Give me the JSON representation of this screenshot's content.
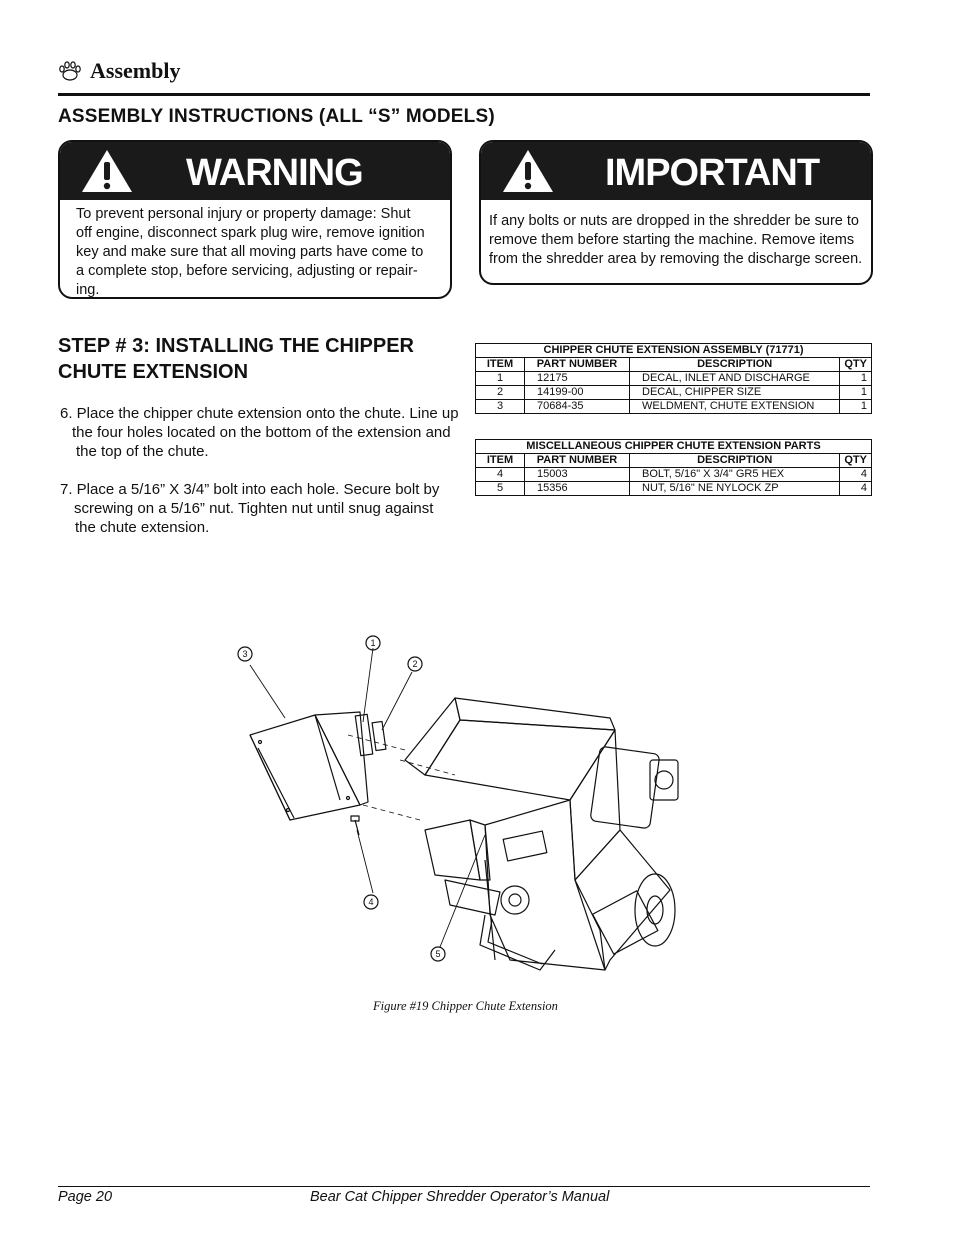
{
  "header": {
    "section": "Assembly",
    "heading": "ASSEMBLY INSTRUCTIONS (ALL “S” MODELS)"
  },
  "warning": {
    "title": "WARNING",
    "lines": [
      "To prevent personal injury or property damage:   Shut",
      "off engine, disconnect spark plug wire, remove ignition",
      "key and make sure that all moving parts have come to",
      "a complete stop, before servicing, adjusting or repair-",
      "ing."
    ]
  },
  "important": {
    "title": "IMPORTANT",
    "lines": [
      "If any bolts or nuts are dropped in the shredder be sure to",
      "remove them before starting the machine. Remove items",
      "from the shredder area by removing the discharge screen."
    ]
  },
  "step": {
    "heading_line1": "STEP # 3: INSTALLING THE CHIPPER",
    "heading_line2": "CHUTE EXTENSION",
    "p6": [
      "6. Place the chipper chute extension onto the chute. Line up",
      "the four holes located on the bottom of the extension and",
      "the top of the chute."
    ],
    "p7": [
      "7. Place a 5/16” X 3/4” bolt into each hole. Secure bolt by",
      "screwing on a 5/16” nut. Tighten nut until snug against",
      "the chute extension."
    ]
  },
  "table1": {
    "title": "CHIPPER CHUTE EXTENSION ASSEMBLY (71771)",
    "headers": [
      "ITEM",
      "PART NUMBER",
      "DESCRIPTION",
      "QTY"
    ],
    "rows": [
      [
        "1",
        "12175",
        "DECAL, INLET AND DISCHARGE",
        "1"
      ],
      [
        "2",
        "14199-00",
        "DECAL, CHIPPER SIZE",
        "1"
      ],
      [
        "3",
        "70684-35",
        "WELDMENT, CHUTE EXTENSION",
        "1"
      ]
    ]
  },
  "table2": {
    "title": "MISCELLANEOUS CHIPPER CHUTE EXTENSION PARTS",
    "headers": [
      "ITEM",
      "PART NUMBER",
      "DESCRIPTION",
      "QTY"
    ],
    "rows": [
      [
        "4",
        "15003",
        "BOLT, 5/16\" X 3/4\" GR5 HEX",
        "4"
      ],
      [
        "5",
        "15356",
        "NUT, 5/16\" NE NYLOCK ZP",
        "4"
      ]
    ]
  },
  "figure": {
    "caption": "Figure #19 Chipper Chute Extension",
    "callouts": [
      "1",
      "2",
      "3",
      "4",
      "5"
    ]
  },
  "footer": {
    "page": "Page 20",
    "manual": "Bear Cat Chipper Shredder Operator’s Manual"
  }
}
